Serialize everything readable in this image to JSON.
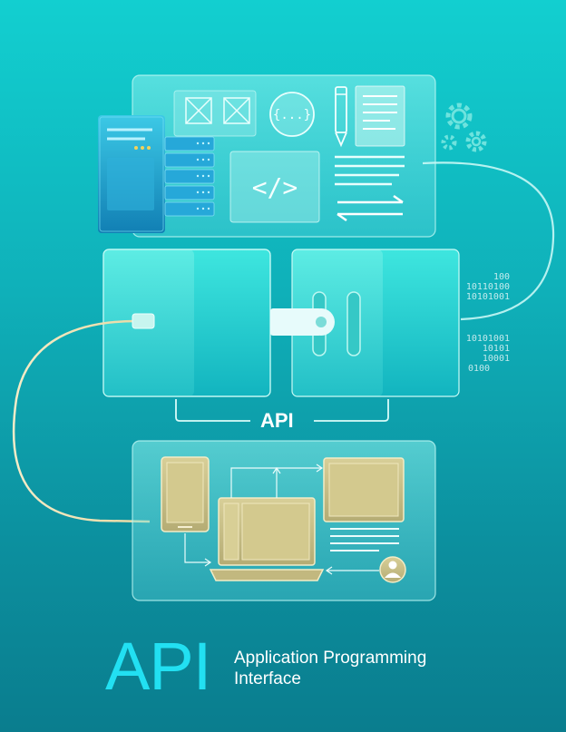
{
  "labels": {
    "api_center": "API",
    "code_braces": "{...}",
    "code_tag": "</>"
  },
  "binary": {
    "top": [
      "100",
      "10110100",
      "10101001"
    ],
    "bottom": [
      "10101001",
      "10101",
      "10001",
      "0100"
    ]
  },
  "footer": {
    "title": "API",
    "subtitle_line1": "Application Programming",
    "subtitle_line2": "Interface"
  },
  "colors": {
    "accent_cyan": "#22e0f2",
    "cable_cream": "#f0e3b8",
    "device_khaki": "#c9c08a",
    "server_blue": "#1a94c6"
  },
  "icons": [
    "image-placeholder-icon",
    "code-braces-icon",
    "pencil-icon",
    "document-icon",
    "gear-icon",
    "code-tag-icon",
    "swap-arrows-icon",
    "server-icon",
    "plug-icon",
    "user-avatar-icon"
  ]
}
